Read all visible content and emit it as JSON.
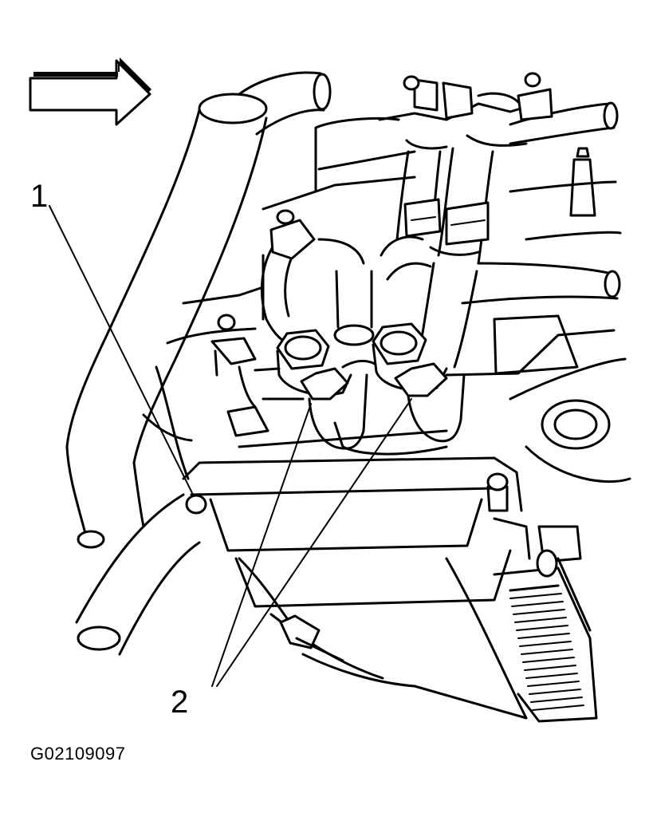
{
  "callouts": [
    {
      "id": "1",
      "label": "1"
    },
    {
      "id": "2",
      "label": "2"
    }
  ],
  "figure_code": "G02109097",
  "colors": {
    "ink": "#000000",
    "paper": "#ffffff"
  },
  "icons": {
    "direction_arrow": "right-arrow-icon"
  }
}
